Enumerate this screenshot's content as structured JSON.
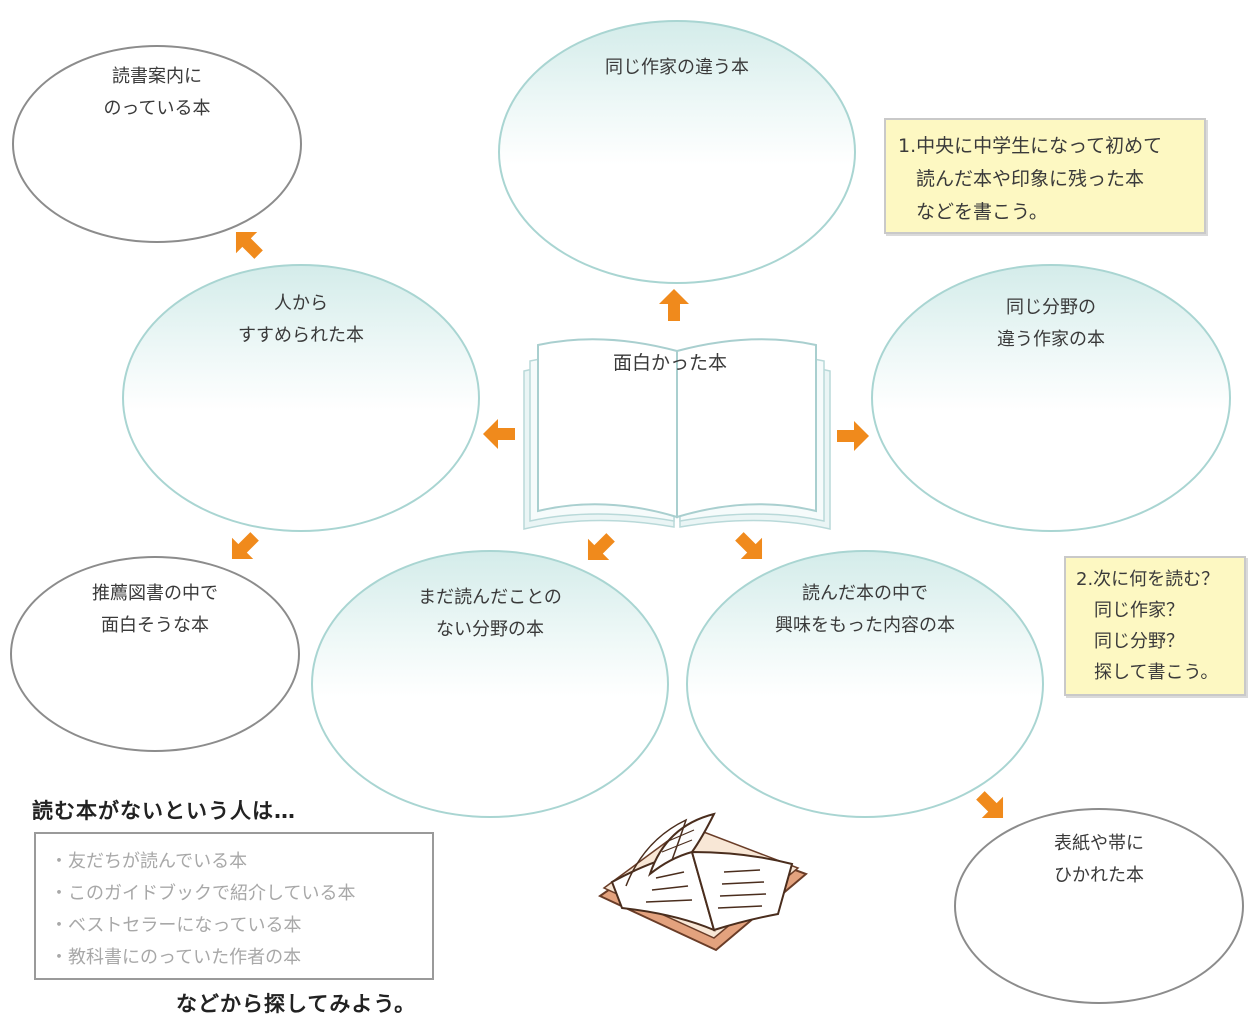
{
  "center": {
    "label": "面白かった本"
  },
  "bubbles": {
    "same_author": [
      "同じ作家の違う本"
    ],
    "same_genre": [
      "同じ分野の",
      "違う作家の本"
    ],
    "recommended": [
      "人から",
      "すすめられた本"
    ],
    "new_genre": [
      "まだ読んだことの",
      "ない分野の本"
    ],
    "interesting": [
      "読んだ本の中で",
      "興味をもった内容の本"
    ],
    "reading_guide": [
      "読書案内に",
      "のっている本"
    ],
    "recommended_list": [
      "推薦図書の中で",
      "面白そうな本"
    ],
    "cover": [
      "表紙や帯に",
      "ひかれた本"
    ]
  },
  "notes": {
    "note1": [
      "1.中央に中学生になって初めて",
      "読んだ本や印象に残った本",
      "などを書こう。"
    ],
    "note2": [
      "2.次に何を読む？",
      "同じ作家？",
      "同じ分野？",
      "探して書こう。"
    ]
  },
  "tips": {
    "heading": "読む本がないという人は…",
    "items": [
      "・友だちが読んでいる本",
      "・このガイドブックで紹介している本",
      "・ベストセラーになっている本",
      "・教科書にのっていた作者の本"
    ],
    "footer": "などから探してみよう。"
  },
  "colors": {
    "arrow": "#f08a1c",
    "teal_border": "#a9d5d2",
    "note_bg": "#fdf8c2"
  }
}
